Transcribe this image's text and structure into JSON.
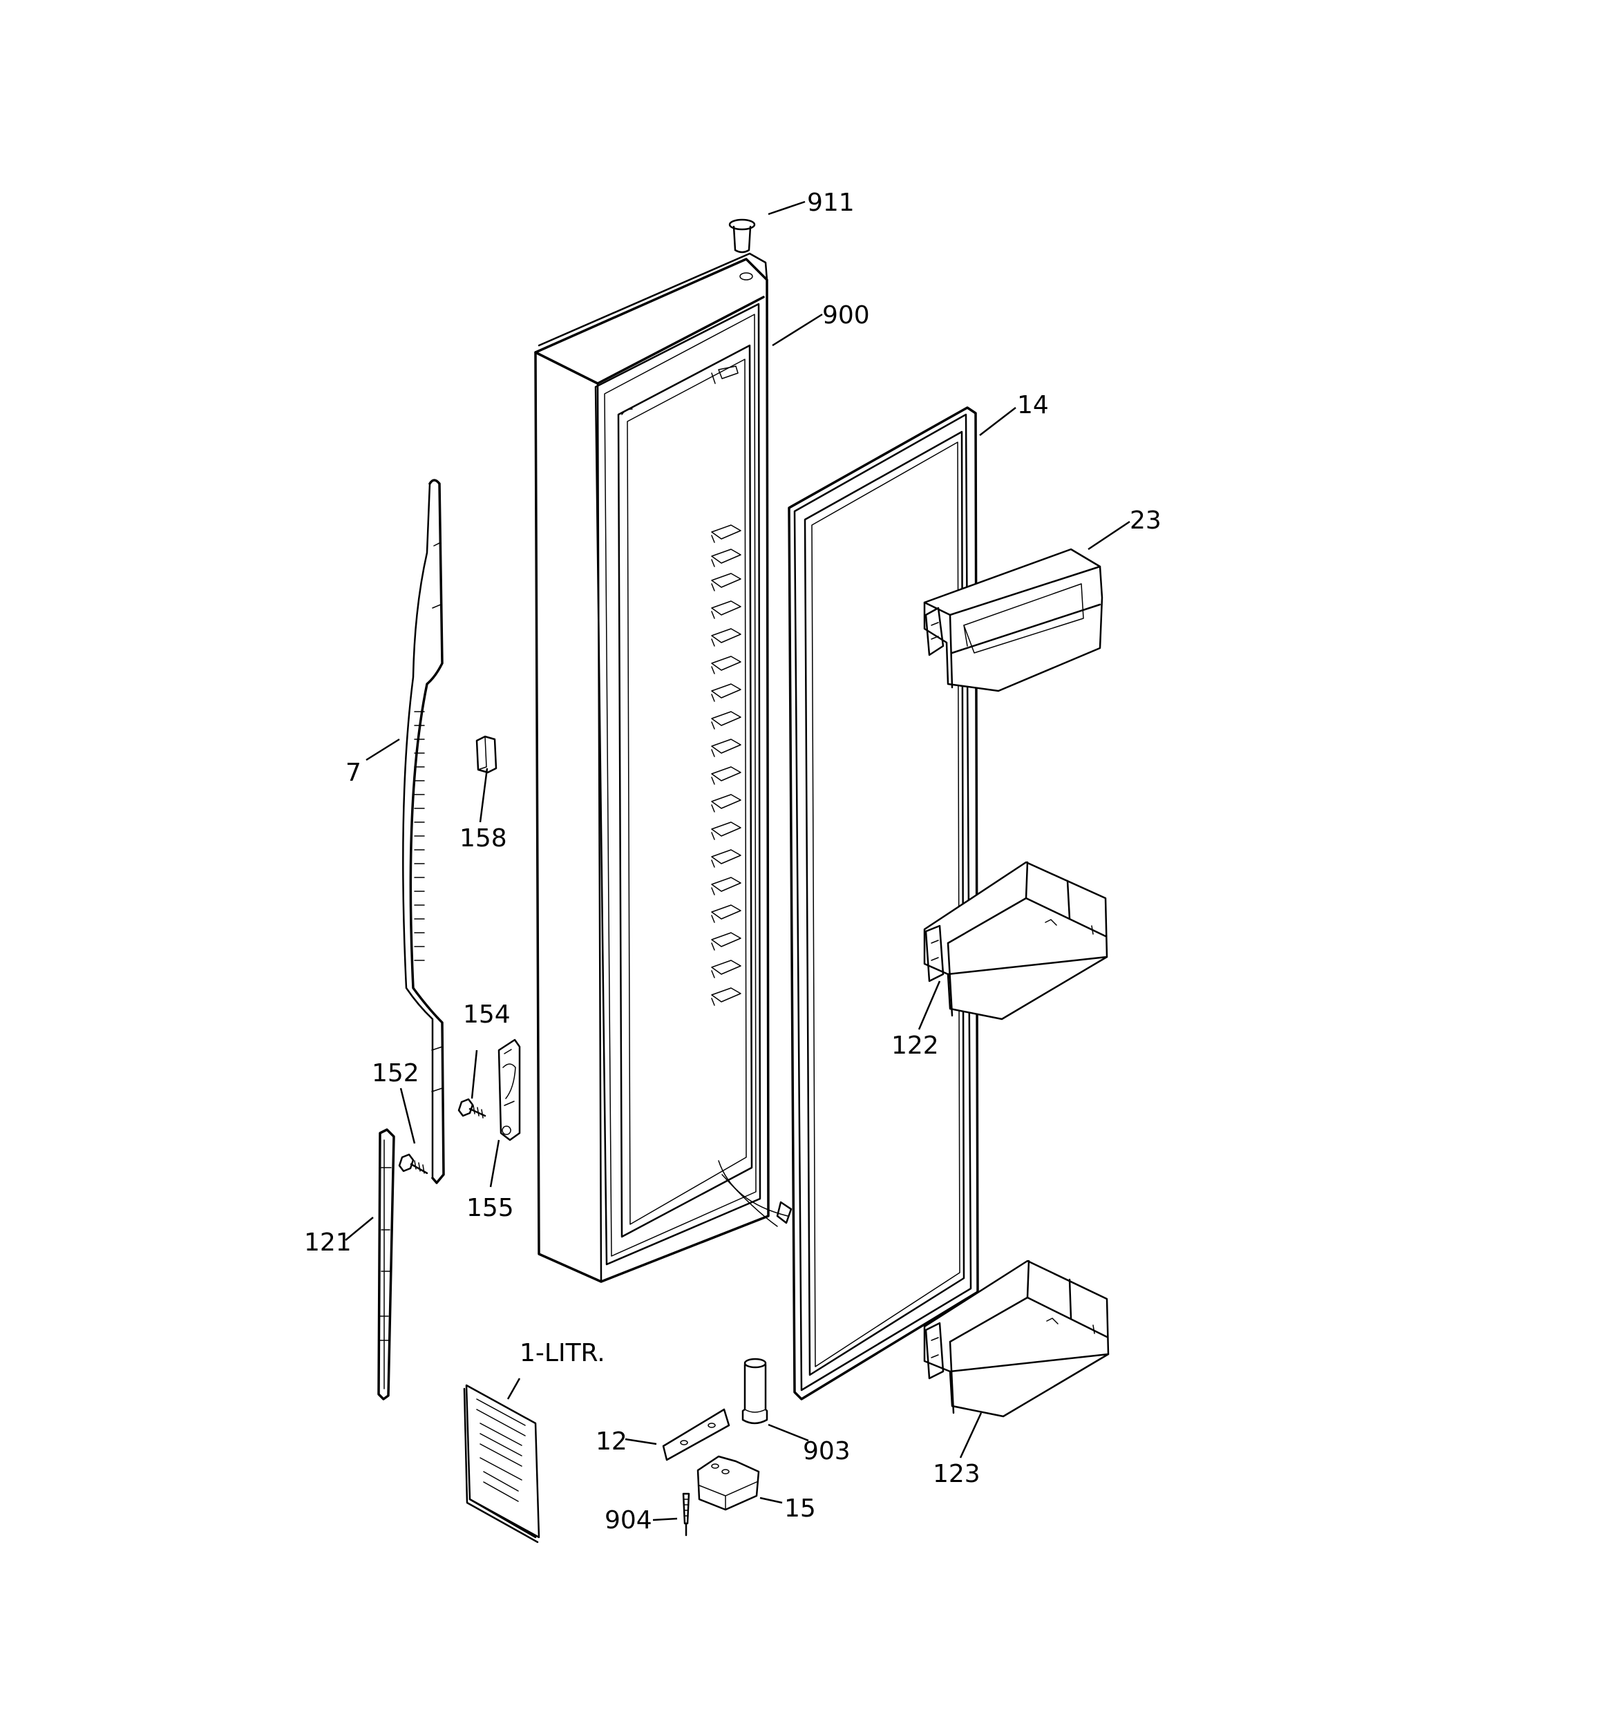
{
  "labels": {
    "p911": "911",
    "p900": "900",
    "p14": "14",
    "p23": "23",
    "p7": "7",
    "p158": "158",
    "p154": "154",
    "p152": "152",
    "p155": "155",
    "p122": "122",
    "p121": "121",
    "p1litr": "1-LITR.",
    "p12": "12",
    "p903": "903",
    "p123": "123",
    "p904": "904",
    "p15": "15"
  }
}
